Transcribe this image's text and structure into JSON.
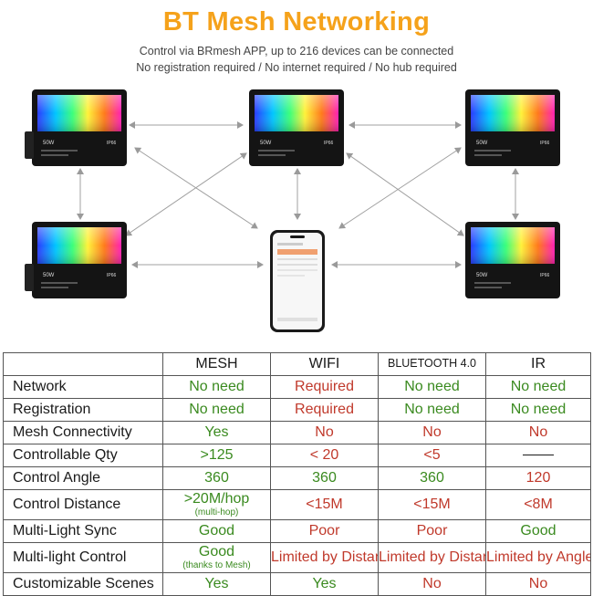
{
  "header": {
    "title": "BT Mesh Networking",
    "line1": "Control via BRmesh APP, up to 216 devices can be connected",
    "line2": "No registration required / No internet required / No hub required"
  },
  "light_labels": {
    "wattage": "50W",
    "ip": "IP66"
  },
  "palette": {
    "accent": "#f5a21b",
    "good": "#3a8a1f",
    "bad": "#c0392b"
  },
  "table": {
    "columns": [
      "MESH",
      "WIFI",
      "BLUETOOTH 4.0",
      "IR"
    ],
    "rows": [
      {
        "label": "Network",
        "mesh": "No need",
        "wifi": "Required",
        "bt": "No need",
        "ir": "No need"
      },
      {
        "label": "Registration",
        "mesh": "No need",
        "wifi": "Required",
        "bt": "No need",
        "ir": "No need"
      },
      {
        "label": "Mesh Connectivity",
        "mesh": "Yes",
        "wifi": "No",
        "bt": "No",
        "ir": "No"
      },
      {
        "label": "Controllable Qty",
        "mesh": ">125",
        "wifi": "< 20",
        "bt": "<5",
        "ir": ""
      },
      {
        "label": "Control Angle",
        "mesh": "360",
        "wifi": "360",
        "bt": "360",
        "ir": "120"
      },
      {
        "label": "Control Distance",
        "mesh": ">20M/hop",
        "mesh_note": "(multi-hop)",
        "wifi": "<15M",
        "bt": "<15M",
        "ir": "<8M"
      },
      {
        "label": "Multi-Light Sync",
        "mesh": "Good",
        "wifi": "Poor",
        "bt": "Poor",
        "ir": "Good"
      },
      {
        "label": "Multi-light Control",
        "mesh": "Good",
        "mesh_note": "(thanks to Mesh)",
        "wifi": "Limited by Distance",
        "bt": "Limited by Distance",
        "ir": "Limited by Angle"
      },
      {
        "label": "Customizable Scenes",
        "mesh": "Yes",
        "wifi": "Yes",
        "bt": "No",
        "ir": "No"
      }
    ]
  }
}
